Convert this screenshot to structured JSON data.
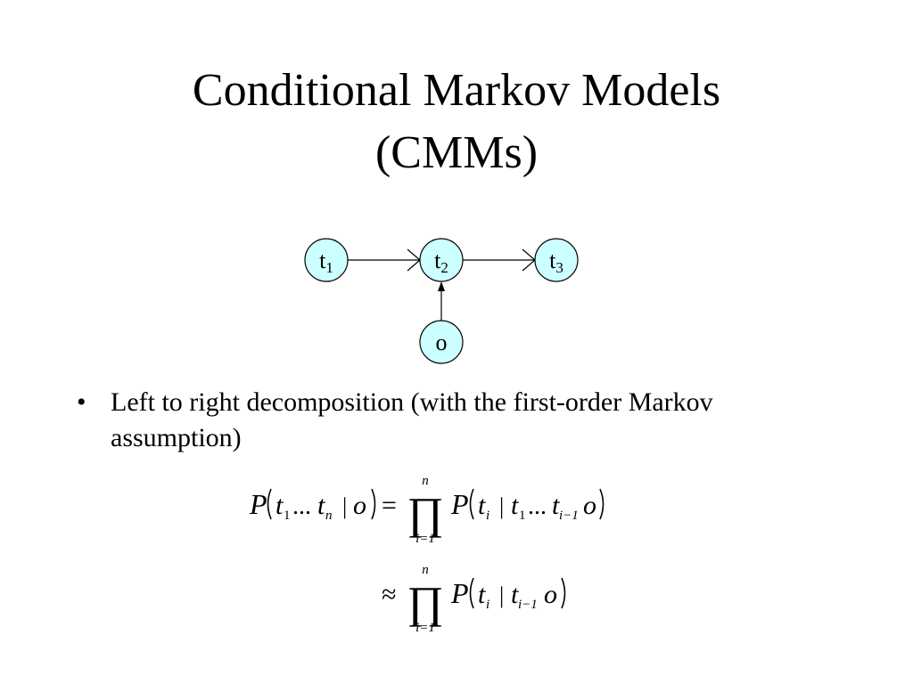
{
  "slide": {
    "title_line1": "Conditional Markov Models",
    "title_line2": "(CMMs)",
    "bullet_symbol": "•",
    "bullet": "Left to right decomposition (with the first-order Markov assumption)"
  },
  "diagram": {
    "nodes": [
      {
        "id": "t1",
        "base": "t",
        "sub": "1"
      },
      {
        "id": "t2",
        "base": "t",
        "sub": "2"
      },
      {
        "id": "t3",
        "base": "t",
        "sub": "3"
      },
      {
        "id": "o",
        "base": "o",
        "sub": ""
      }
    ],
    "edges": [
      [
        "t1",
        "t2"
      ],
      [
        "t2",
        "t3"
      ],
      [
        "o",
        "t2"
      ]
    ],
    "node_fill": "#ccffff"
  },
  "equations": {
    "eq1": {
      "lhs_P": "P",
      "lhs_t1": "t",
      "lhs_s1": "1",
      "lhs_dots": "...",
      "lhs_tn": "t",
      "lhs_sn": "n",
      "lhs_bar": "|",
      "lhs_o": "o",
      "eq": "=",
      "prod": "∏",
      "upper": "n",
      "lower": "i=1",
      "rhs_P": "P",
      "rhs_ti": "t",
      "rhs_si": "i",
      "rhs_bar": "|",
      "rhs_t1": "t",
      "rhs_s1": "1",
      "rhs_dots": "...",
      "rhs_tim1": "t",
      "rhs_sim1": "i−1",
      "rhs_o": "o"
    },
    "eq2": {
      "approx": "≈",
      "prod": "∏",
      "upper": "n",
      "lower": "i=1",
      "rhs_P": "P",
      "rhs_ti": "t",
      "rhs_si": "i",
      "rhs_bar": "|",
      "rhs_tim1": "t",
      "rhs_sim1": "i−1",
      "rhs_o": "o"
    }
  }
}
